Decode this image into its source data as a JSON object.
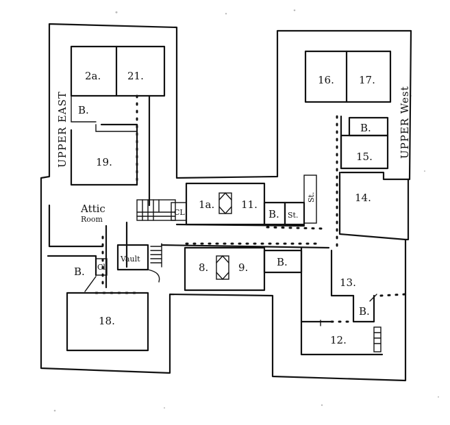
{
  "wings": {
    "upper_east": "UPPER EAST",
    "upper_west": "UPPER West"
  },
  "rooms": {
    "r20": "2a.",
    "r21": "21.",
    "b_east_top": "B.",
    "r19": "19.",
    "attic_line1": "Attic",
    "attic_line2": "Room",
    "cl_upper": "CL",
    "r10": "1a.",
    "r11": "11.",
    "b_center_top": "B.",
    "st_center": "St.",
    "st_corridor": "St.",
    "vault": "Vault",
    "cl_lower": "Cl",
    "b_east_low": "B.",
    "r8": "8.",
    "r9": "9.",
    "b_center_low": "B.",
    "r18": "18.",
    "r16": "16.",
    "r17": "17.",
    "b_west_top": "B.",
    "r15": "15.",
    "r14": "14.",
    "r13": "13.",
    "b_west_low": "B.",
    "r12": "12."
  }
}
